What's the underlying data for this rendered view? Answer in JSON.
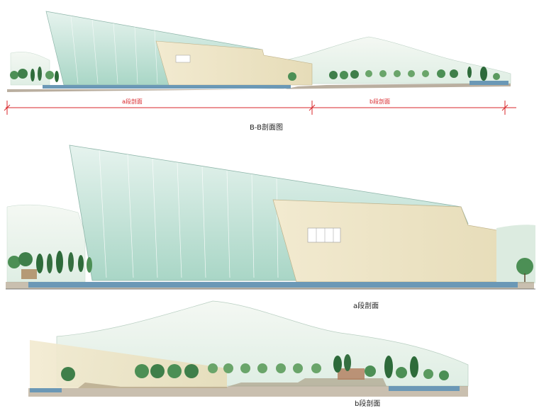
{
  "sections": {
    "bb_title": "B-B剖面图",
    "a_segment_label": "a段剖面",
    "b_segment_label": "b段剖面",
    "a_title": "a段剖面",
    "b_title": "b段剖面"
  },
  "colors": {
    "glass": "#cfe8df",
    "glass_dark": "#9ccfc0",
    "cream": "#efe6c8",
    "water": "#5d8fb0",
    "ground": "#7a6a55",
    "tree": "#3f8a4a",
    "tree_dark": "#2d6a3a",
    "dimension": "#d8262a"
  }
}
